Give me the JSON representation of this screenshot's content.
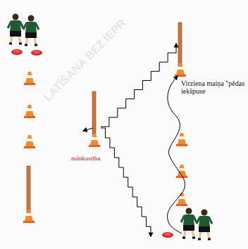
{
  "diagram": {
    "labels": [
      "Virziena maiņa \"pēdas iekšpuse",
      "mānkustība",
      "LATĪŠANA BEZ IEPR"
    ]
  }
}
